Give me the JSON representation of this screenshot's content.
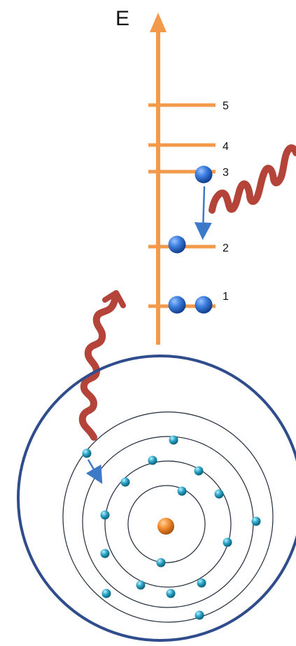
{
  "energy_axis": {
    "label": "E",
    "color": "#F2994A",
    "levels": [
      {
        "label": "1"
      },
      {
        "label": "2"
      },
      {
        "label": "3"
      },
      {
        "label": "4"
      },
      {
        "label": "5"
      }
    ]
  },
  "colors": {
    "electron_level": "#2F6FD0",
    "transition_arrow": "#3C79C8",
    "photon_wave": "#B4443A",
    "atom_boundary": "#2F4C8C",
    "orbit_line": "#1F2B3D",
    "orbit_electron": "#2AA3C6",
    "nucleus": "#F08A2D"
  }
}
